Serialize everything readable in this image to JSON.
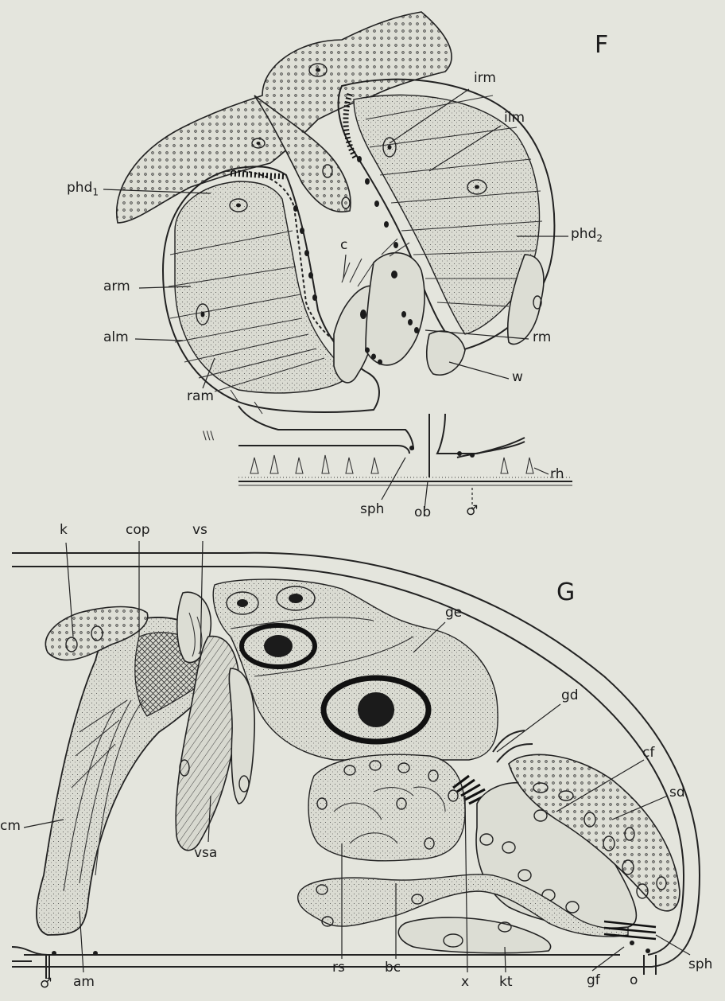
{
  "figures": [
    {
      "letter": "F",
      "labels": [
        "irm",
        "ilm",
        "phd1",
        "phd2",
        "c",
        "arm",
        "alm",
        "rm",
        "w",
        "ram",
        "rh",
        "sph",
        "ob",
        "♂"
      ]
    },
    {
      "letter": "G",
      "labels": [
        "k",
        "cop",
        "vs",
        "ge",
        "gd",
        "cf",
        "sd",
        "cm",
        "vsa",
        "rs",
        "bc",
        "x",
        "kt",
        "gf",
        "o",
        "am",
        "♂",
        "sph"
      ]
    }
  ],
  "text": {
    "F": "F",
    "G": "G",
    "irm": "irm",
    "ilm": "ilm",
    "phd1_main": "phd",
    "phd1_sub": "1",
    "phd2_main": "phd",
    "phd2_sub": "2",
    "c": "c",
    "arm": "arm",
    "alm": "alm",
    "rm": "rm",
    "w": "w",
    "ram": "ram",
    "rh": "rh",
    "sph_f": "sph",
    "ob": "ob",
    "male_f": "♂",
    "k": "k",
    "cop": "cop",
    "vs": "vs",
    "ge": "ge",
    "gd": "gd",
    "cf": "cf",
    "sd": "sd",
    "cm": "cm",
    "vsa": "vsa",
    "rs": "rs",
    "bc": "bc",
    "x": "x",
    "kt": "kt",
    "gf": "gf",
    "o": "o",
    "am": "am",
    "male_g": "♂",
    "sph_g": "sph"
  }
}
